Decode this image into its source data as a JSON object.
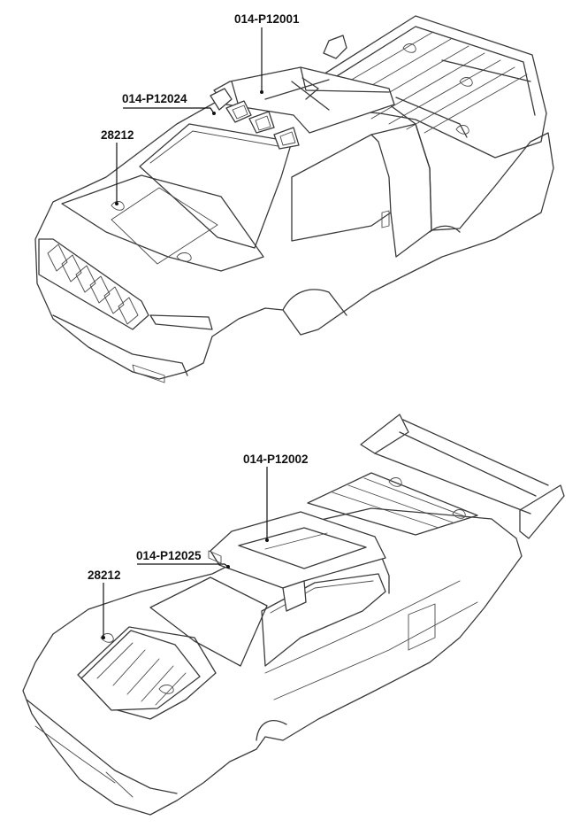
{
  "diagram": {
    "top_body": {
      "labels": {
        "roof_rack": "014-P12001",
        "light_bar": "014-P12024",
        "body_clip": "28212"
      }
    },
    "bottom_body": {
      "labels": {
        "roof_scoop": "014-P12002",
        "light_bar": "014-P12025",
        "body_clip": "28212"
      }
    },
    "colors": {
      "line": "#3a3a3a",
      "text": "#111111",
      "background": "#ffffff"
    }
  }
}
